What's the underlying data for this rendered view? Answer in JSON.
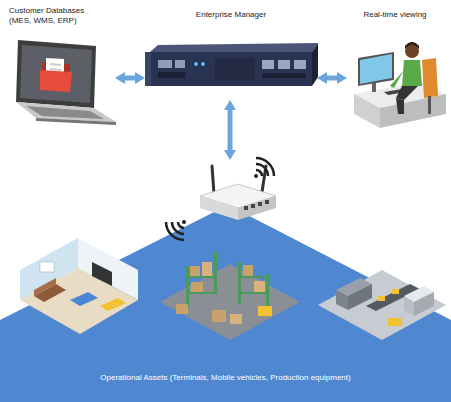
{
  "diagram": {
    "nodes": [
      {
        "text": [
          "Customer Databases (MES, WMS, ERP)"
        ]
      },
      {
        "text": [
          "Enterprise Manager"
        ]
      },
      {
        "text": [
          "Real-time viewing"
        ]
      },
      {
        "text": [
          "Operational Assets (Terminals, Mobile vehicles, Production equipment)"
        ]
      }
    ],
    "edges": [
      {
        "from": 0,
        "to": 1,
        "arrow": "both"
      },
      {
        "from": 1,
        "to": 2,
        "arrow": "both"
      },
      {
        "from": 1,
        "to": 3,
        "arrow": "both"
      }
    ]
  }
}
